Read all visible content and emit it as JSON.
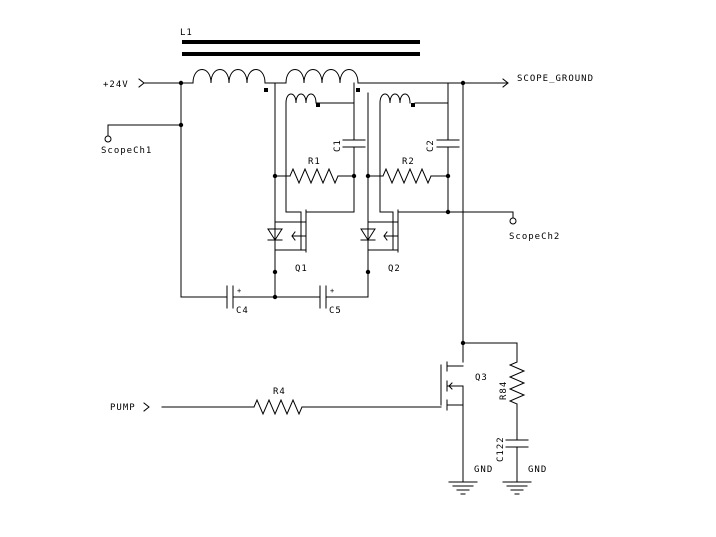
{
  "labels": {
    "l1": "L1",
    "v24": "+24V",
    "scope_ground": "SCOPE_GROUND",
    "scope_ch1": "ScopeCh1",
    "scope_ch2": "ScopeCh2",
    "c1": "C1",
    "c2": "C2",
    "r1": "R1",
    "r2": "R2",
    "q1": "Q1",
    "q2": "Q2",
    "c4": "C4",
    "c5": "C5",
    "q3": "Q3",
    "r84": "R84",
    "c122": "C122",
    "r4": "R4",
    "pump": "PUMP",
    "gnd_left": "GND",
    "gnd_right": "GND",
    "plus_c4": "+",
    "plus_c5": "+"
  }
}
